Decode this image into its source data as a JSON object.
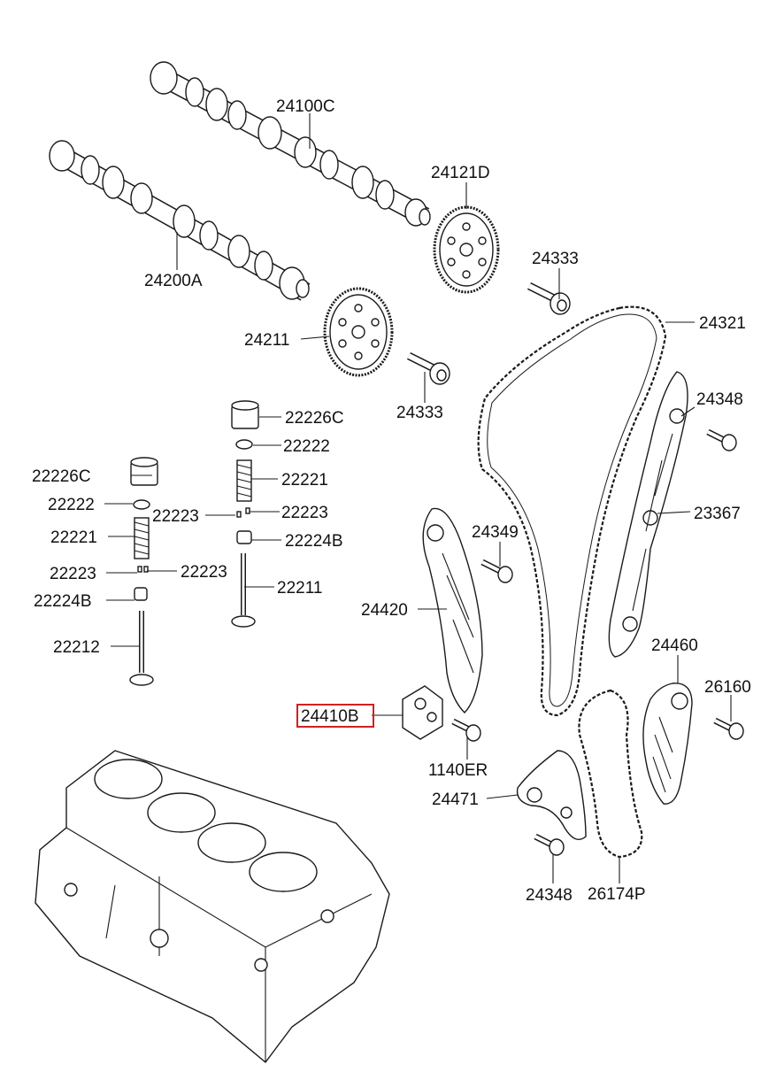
{
  "highlight_color": "#d32020",
  "labels": {
    "p24100C": "24100C",
    "p24121D": "24121D",
    "p24200A": "24200A",
    "p24333_top": "24333",
    "p24211": "24211",
    "p24321": "24321",
    "p24333_mid": "24333",
    "p22226C_right": "22226C",
    "p24348_top": "24348",
    "p22222_right": "22222",
    "p22226C_left": "22226C",
    "p22221_right": "22221",
    "p22222_left": "22222",
    "p22223_mid": "22223",
    "p22223_right": "22223",
    "p23367": "23367",
    "p22221_left": "22221",
    "p22224B_right": "22224B",
    "p24349": "24349",
    "p22223_left": "22223",
    "p22223_center": "22223",
    "p22211": "22211",
    "p22224B_left": "22224B",
    "p24420": "24420",
    "p22212": "22212",
    "p24460": "24460",
    "p26160": "26160",
    "p24410B": "24410B",
    "p1140ER": "1140ER",
    "p24471": "24471",
    "p24348_bottom": "24348",
    "p26174P": "26174P"
  }
}
